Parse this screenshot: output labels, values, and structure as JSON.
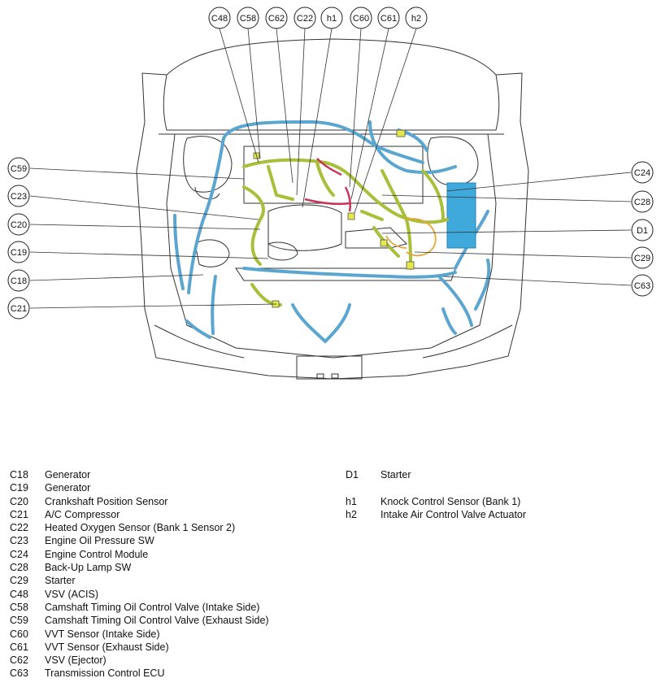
{
  "callouts_top": [
    "C48",
    "C58",
    "C62",
    "C22",
    "h1",
    "C60",
    "C61",
    "h2"
  ],
  "callouts_left": [
    "C59",
    "C23",
    "C20",
    "C19",
    "C18",
    "C21"
  ],
  "callouts_right": [
    "C24",
    "C28",
    "D1",
    "C29",
    "C63"
  ],
  "legend_left": [
    {
      "code": "C18",
      "name": "Generator"
    },
    {
      "code": "C19",
      "name": "Generator"
    },
    {
      "code": "C20",
      "name": "Crankshaft Position Sensor"
    },
    {
      "code": "C21",
      "name": "A/C Compressor"
    },
    {
      "code": "C22",
      "name": "Heated Oxygen Sensor (Bank 1 Sensor 2)"
    },
    {
      "code": "C23",
      "name": "Engine Oil Pressure SW"
    },
    {
      "code": "C24",
      "name": "Engine Control Module"
    },
    {
      "code": "C28",
      "name": "Back-Up Lamp SW"
    },
    {
      "code": "C29",
      "name": "Starter"
    },
    {
      "code": "C48",
      "name": "VSV (ACIS)"
    },
    {
      "code": "C58",
      "name": "Camshaft Timing Oil Control Valve (Intake Side)"
    },
    {
      "code": "C59",
      "name": "Camshaft Timing Oil Control Valve (Exhaust Side)"
    },
    {
      "code": "C60",
      "name": "VVT Sensor (Intake Side)"
    },
    {
      "code": "C61",
      "name": "VVT Sensor (Exhaust Side)"
    },
    {
      "code": "C62",
      "name": "VSV (Ejector)"
    },
    {
      "code": "C63",
      "name": "Transmission Control ECU"
    }
  ],
  "legend_right": [
    {
      "code": "D1",
      "name": "Starter"
    },
    {
      "code": "",
      "name": ""
    },
    {
      "code": "h1",
      "name": "Knock Control Sensor (Bank 1)"
    },
    {
      "code": "h2",
      "name": "Intake Air Control Valve Actuator"
    }
  ],
  "colors": {
    "harness_blue": "#5aa6d0",
    "harness_green": "#a9bf3a",
    "harness_red": "#c8345a",
    "harness_orange": "#e7a53a",
    "ecu_blue": "#3fa9dc",
    "outline": "#333333"
  }
}
